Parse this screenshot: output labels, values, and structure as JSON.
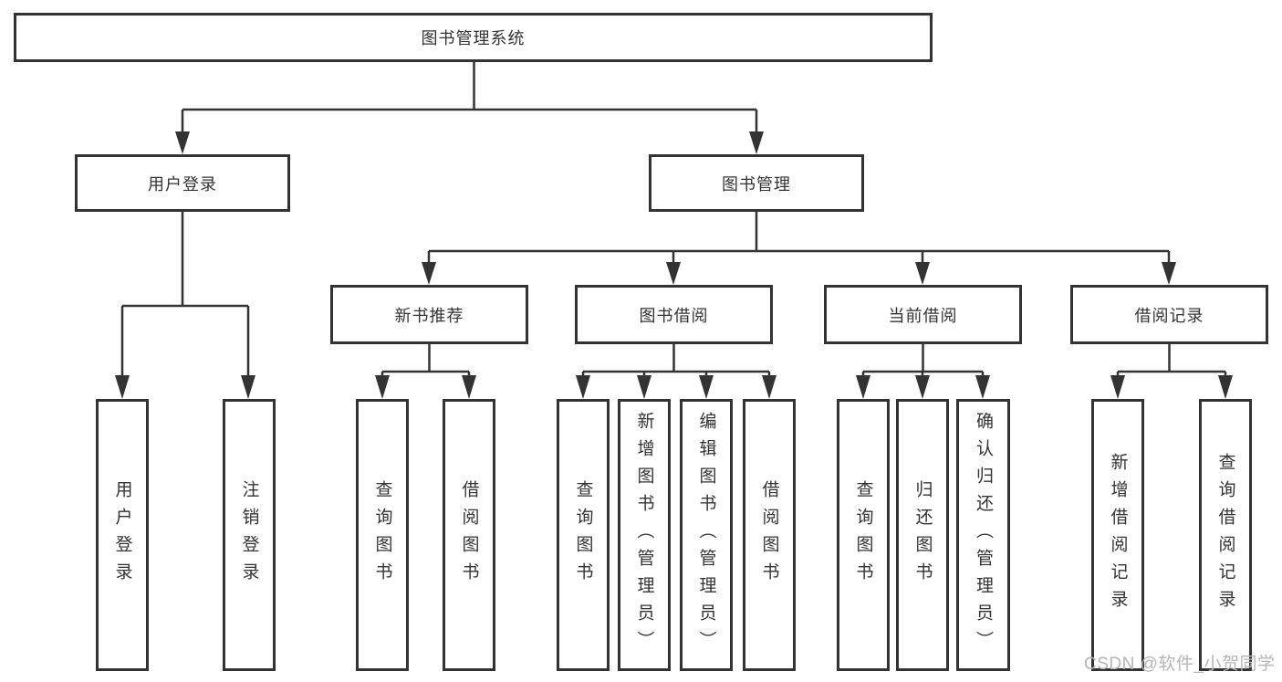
{
  "diagram": {
    "title": "图书管理系统",
    "watermark": "CSDN @软件_小贺同学",
    "colors": {
      "line": "#333333",
      "text": "#333333",
      "box_background": "#ffffff",
      "page_background": "#ffffff",
      "watermark": "#b5b5b5"
    },
    "level2": [
      {
        "label": "用户登录"
      },
      {
        "label": "图书管理"
      }
    ],
    "login_children": [
      {
        "label": "用户登录"
      },
      {
        "label": "注销登录"
      }
    ],
    "modules": [
      {
        "label": "新书推荐",
        "children": [
          {
            "label": "查询图书"
          },
          {
            "label": "借阅图书"
          }
        ]
      },
      {
        "label": "图书借阅",
        "children": [
          {
            "label": "查询图书"
          },
          {
            "label": "新增图书（管理员）"
          },
          {
            "label": "编辑图书（管理员）"
          },
          {
            "label": "借阅图书"
          }
        ]
      },
      {
        "label": "当前借阅",
        "children": [
          {
            "label": "查询图书"
          },
          {
            "label": "归还图书"
          },
          {
            "label": "确认归还（管理员）"
          }
        ]
      },
      {
        "label": "借阅记录",
        "children": [
          {
            "label": "新增借阅记录"
          },
          {
            "label": "查询借阅记录"
          }
        ]
      }
    ]
  }
}
